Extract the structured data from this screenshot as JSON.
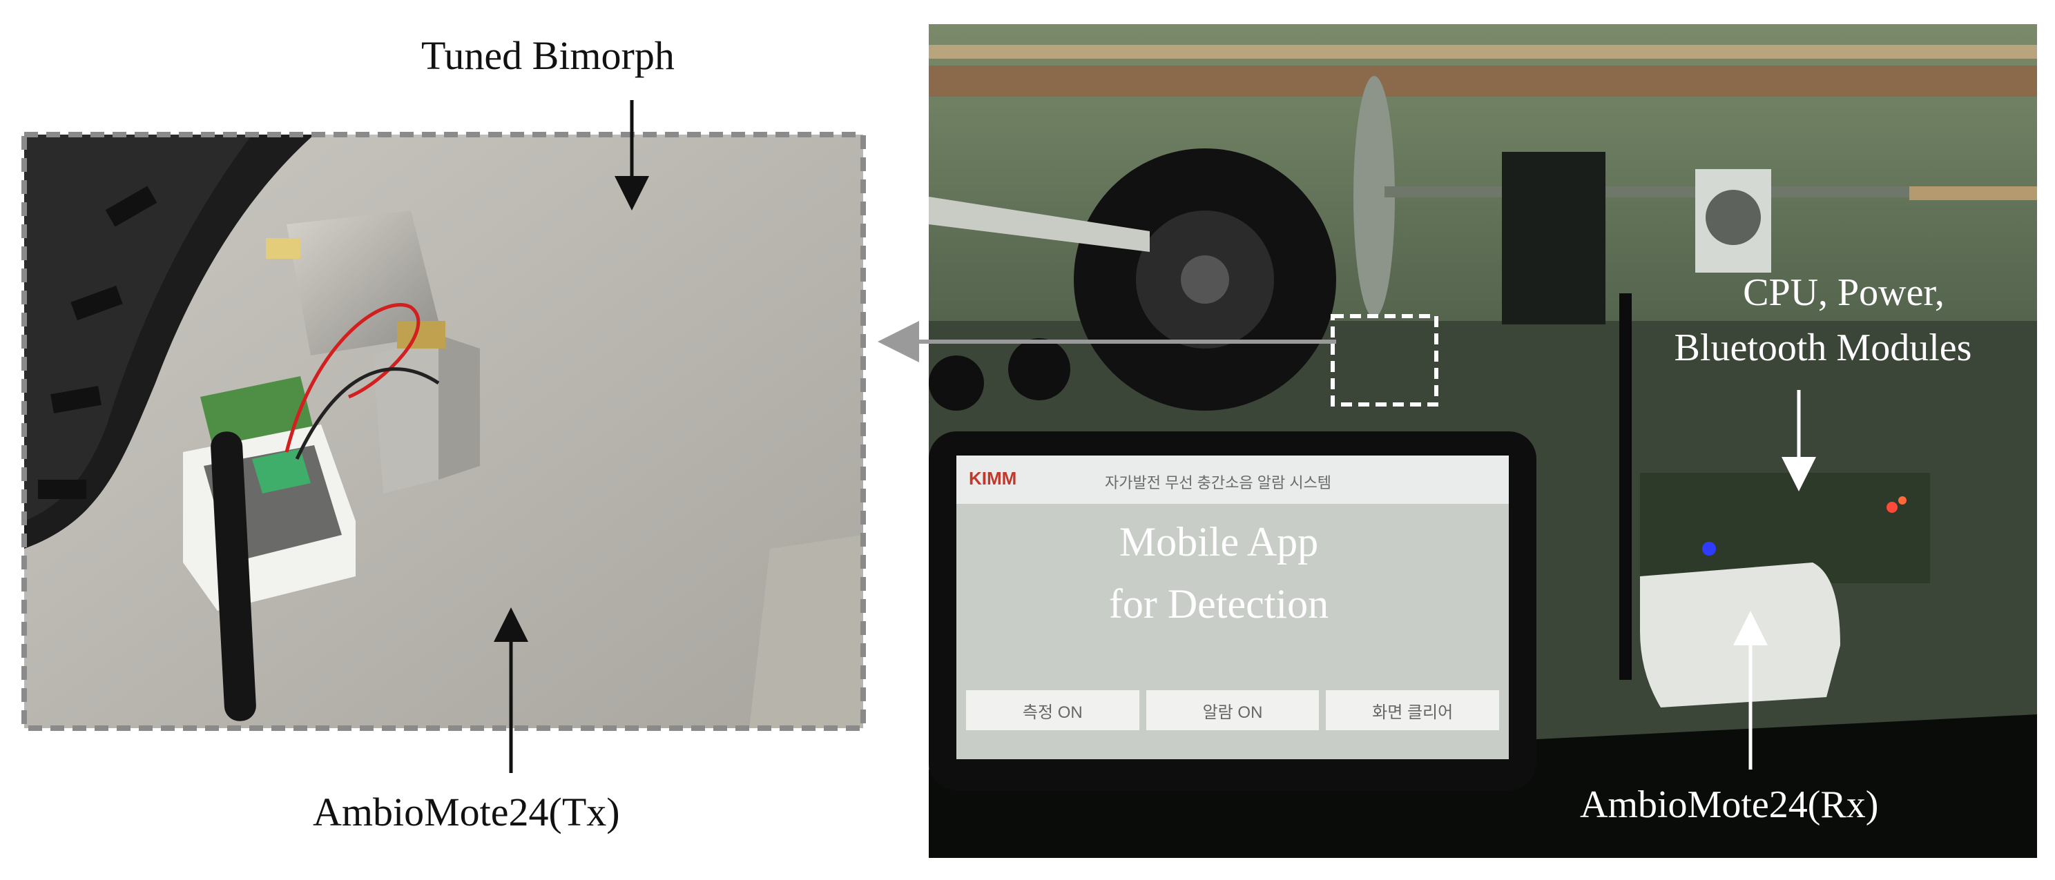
{
  "labels": {
    "tuned_bimorph": "Tuned Bimorph",
    "ambiomote_tx": "AmbioMote24(Tx)",
    "cpu_modules_line1": "CPU, Power,",
    "cpu_modules_line2": "Bluetooth Modules",
    "mobile_app_line1": "Mobile App",
    "mobile_app_line2": "for Detection",
    "ambiomote_rx": "AmbioMote24(Rx)"
  },
  "phone_screen": {
    "logo": "KIMM",
    "title": "자가발전 무선 충간소음 알람 시스템",
    "buttons": [
      "측정 ON",
      "알람 ON",
      "화면 클리어"
    ]
  },
  "colors": {
    "arrow": "#111111",
    "connector_arrow": "#9a9a9a",
    "inset_border": "#8a8a8a",
    "highlight_box": "#ffffff"
  }
}
